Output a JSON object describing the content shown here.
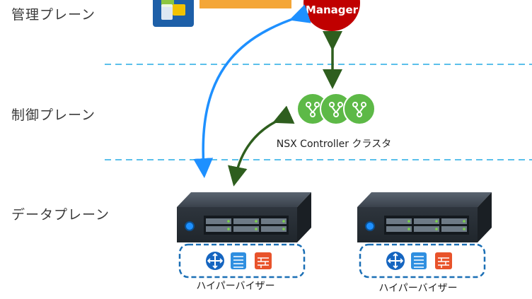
{
  "planes": {
    "management": "管理プレーン",
    "control": "制御プレーン",
    "data": "データプレーン"
  },
  "manager": {
    "label": "Manager"
  },
  "controller": {
    "caption": "NSX Controller クラスタ"
  },
  "hypervisors": [
    {
      "caption": "ハイパーバイザー"
    },
    {
      "caption": "ハイパーバイザー"
    }
  ],
  "colors": {
    "manager_red": "#c00000",
    "blue_arrow": "#1e90ff",
    "green_arrow": "#2e5e1e",
    "orange_arrow": "#f4a637",
    "controller_green": "#5db947",
    "dashed_line": "#5bc0eb"
  },
  "icons": [
    "vsphere-icon",
    "router-icon",
    "switch-icon",
    "firewall-icon",
    "server-icon"
  ]
}
